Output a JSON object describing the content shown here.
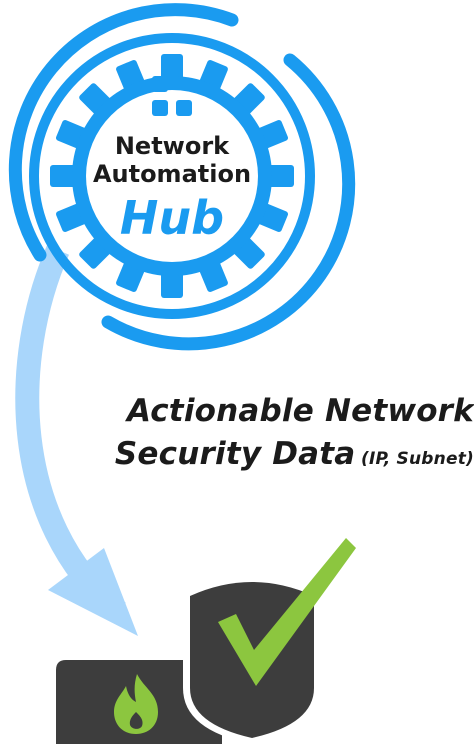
{
  "logo": {
    "line1": "Network",
    "line2": "Automation",
    "line3": "Hub"
  },
  "caption": {
    "line1": "Actionable Network",
    "line2_main": "Security Data",
    "line2_note": "(IP, Subnet)"
  },
  "colors": {
    "brand_blue": "#1a9bf0",
    "arrow_blue": "#a9d6fb",
    "device_gray": "#3d3d3d",
    "accent_green": "#8cc63f",
    "text_dark": "#1b1b1b"
  },
  "icons": [
    "squares-logo-icon",
    "gear-icon",
    "flow-arrow-icon",
    "firewall-flame-icon",
    "shield-check-icon"
  ]
}
